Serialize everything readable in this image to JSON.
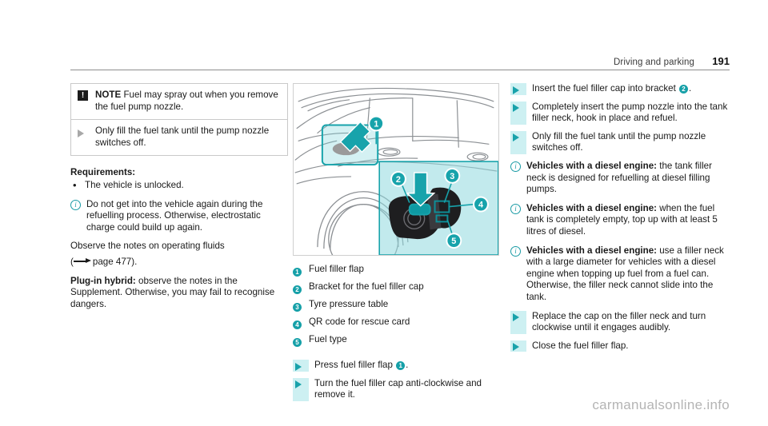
{
  "header": {
    "section_title": "Driving and parking",
    "page_number": "191"
  },
  "colors": {
    "teal": "#16a0a8",
    "teal_dark": "#18a2ab",
    "pale_cyan": "#cdf0f2",
    "note_icon_bg": "#1b1b1b",
    "gray_arrow": "#a8a8a8"
  },
  "left_column": {
    "note_box": {
      "warn_icon": "warning-exclamation-icon",
      "note_label": "NOTE",
      "note_text": "Fuel may spray out when you remove the fuel pump nozzle.",
      "step_icon": "triangle-right-icon",
      "step_text": "Only fill the fuel tank until the pump nozzle switches off."
    },
    "requirements_heading": "Requirements:",
    "requirements": [
      "The vehicle is unlocked."
    ],
    "info_note": "Do not get into the vehicle again during the refuelling process. Otherwise, electrostatic charge could build up again.",
    "observe_text": "Observe the notes on operating fluids",
    "xref_prefix": "(",
    "xref_label": "page 477",
    "xref_suffix": ").",
    "hybrid_label": "Plug-in hybrid:",
    "hybrid_text": " observe the notes in the Supplement. Otherwise, you may fail to recognise dangers."
  },
  "middle_column": {
    "figure_alt": "Side view of vehicle with fuel filler flap and detail inset of open flap",
    "legend": [
      {
        "num": "1",
        "label": "Fuel filler flap"
      },
      {
        "num": "2",
        "label": "Bracket for the fuel filler cap"
      },
      {
        "num": "3",
        "label": "Tyre pressure table"
      },
      {
        "num": "4",
        "label": "QR code for rescue card"
      },
      {
        "num": "5",
        "label": "Fuel type"
      }
    ],
    "steps": [
      {
        "pre": "Press fuel filler flap ",
        "badge": "1",
        "post": "."
      },
      {
        "pre": "Turn the fuel filler cap anti-clockwise and remove it.",
        "badge": "",
        "post": ""
      }
    ]
  },
  "right_column": {
    "steps_top": [
      {
        "pre": "Insert the fuel filler cap into bracket ",
        "badge": "2",
        "post": "."
      },
      {
        "pre": "Completely insert the pump nozzle into the tank filler neck, hook in place and refuel.",
        "badge": "",
        "post": ""
      },
      {
        "pre": "Only fill the fuel tank until the pump nozzle switches off.",
        "badge": "",
        "post": ""
      }
    ],
    "info_notes": [
      {
        "bold": "Vehicles with a diesel engine:",
        "text": " the tank filler neck is designed for refuelling at diesel filling pumps."
      },
      {
        "bold": "Vehicles with a diesel engine:",
        "text": " when the fuel tank is completely empty, top up with at least 5 litres of diesel."
      },
      {
        "bold": "Vehicles with a diesel engine:",
        "text": " use a filler neck with a large diameter for vehicles with a diesel engine when topping up fuel from a fuel can. Otherwise, the filler neck cannot slide into the tank."
      }
    ],
    "steps_bottom": [
      {
        "pre": "Replace the cap on the filler neck and turn clockwise until it engages audibly.",
        "badge": "",
        "post": ""
      },
      {
        "pre": "Close the fuel filler flap.",
        "badge": "",
        "post": ""
      }
    ]
  },
  "watermark": "carmanualsonline.info"
}
